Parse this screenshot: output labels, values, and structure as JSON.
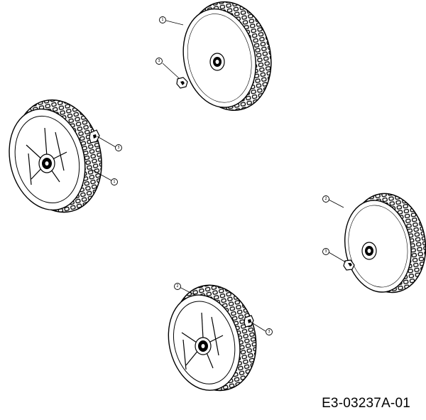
{
  "drawing_code": "E3-03237A-01",
  "callouts": {
    "wheel_top": "1",
    "adapter_top": "3",
    "adapter_left": "3",
    "wheel_left": "1",
    "wheel_right": "2",
    "adapter_right": "3",
    "wheel_bottom": "2",
    "adapter_bottom": "3"
  },
  "colors": {
    "line": "#000000",
    "background": "#ffffff"
  }
}
